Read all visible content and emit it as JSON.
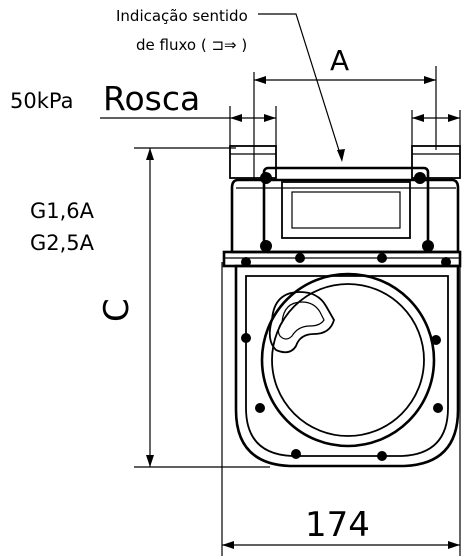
{
  "note": {
    "line1": "Indicação sentido",
    "line2": "de fluxo ( ⊐⇒ )"
  },
  "dimensions": {
    "a": "A",
    "c": "C",
    "width": "174"
  },
  "thread": {
    "pressure": "50kPa",
    "label": "Rosca"
  },
  "models": [
    "G1,6A",
    "G2,5A"
  ],
  "symbols": {
    "flow_arrow_icon": "flow-direction-icon"
  }
}
